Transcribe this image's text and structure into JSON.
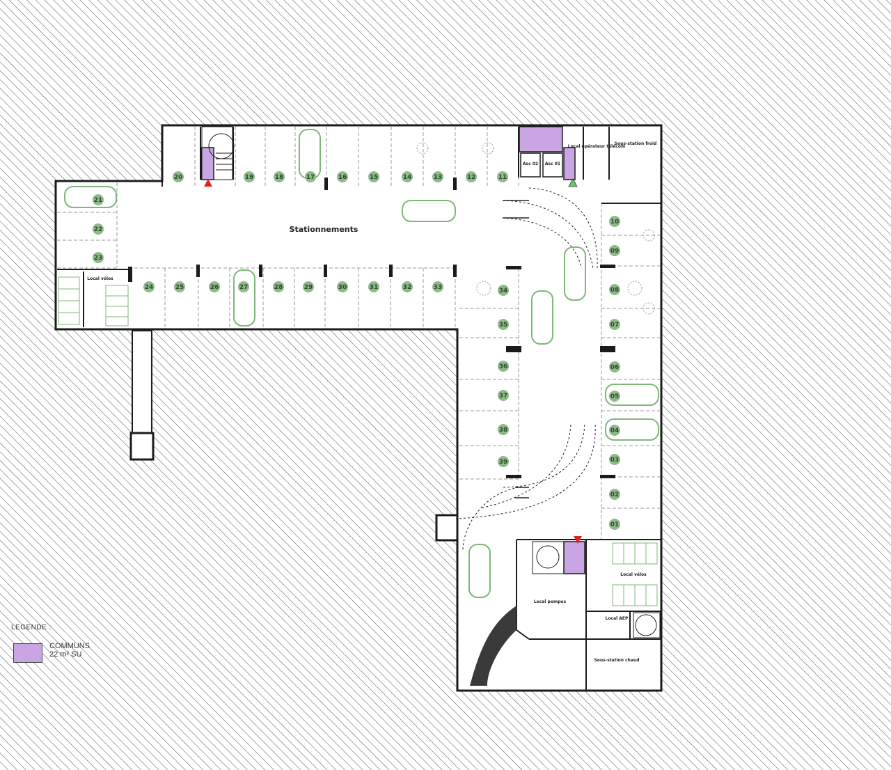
{
  "colors": {
    "communs": "#c9a6e3",
    "badge": "#8fb98b",
    "car": "#7fb77a",
    "wall": "#1b1b1b",
    "hatch": "#555555"
  },
  "labels": {
    "stationnements": "Stationnements",
    "local_velos_1": "Local vélos",
    "local_velos_2": "Local vélos",
    "local_pompes": "Local pompes",
    "local_aep": "Local AEP",
    "local_telecom": "Local opérateur télécom",
    "sous_station_froid": "Sous-station froid",
    "sous_station_chaud": "Sous-station chaud",
    "asc_1": "Asc 02",
    "asc_2": "Asc 01"
  },
  "legend": {
    "title": "LEGENDE :",
    "label": "COMMUNS",
    "area": "22 m² SU"
  },
  "spots": [
    {
      "n": "20"
    },
    {
      "n": "19"
    },
    {
      "n": "18"
    },
    {
      "n": "17"
    },
    {
      "n": "16"
    },
    {
      "n": "15"
    },
    {
      "n": "14"
    },
    {
      "n": "13"
    },
    {
      "n": "12"
    },
    {
      "n": "11"
    },
    {
      "n": "21"
    },
    {
      "n": "22"
    },
    {
      "n": "23"
    },
    {
      "n": "24"
    },
    {
      "n": "25"
    },
    {
      "n": "26"
    },
    {
      "n": "27"
    },
    {
      "n": "28"
    },
    {
      "n": "29"
    },
    {
      "n": "30"
    },
    {
      "n": "31"
    },
    {
      "n": "32"
    },
    {
      "n": "33"
    },
    {
      "n": "34"
    },
    {
      "n": "35"
    },
    {
      "n": "36"
    },
    {
      "n": "37"
    },
    {
      "n": "38"
    },
    {
      "n": "39"
    },
    {
      "n": "10"
    },
    {
      "n": "09"
    },
    {
      "n": "08"
    },
    {
      "n": "07"
    },
    {
      "n": "06"
    },
    {
      "n": "05"
    },
    {
      "n": "04"
    },
    {
      "n": "03"
    },
    {
      "n": "02"
    },
    {
      "n": "01"
    }
  ]
}
